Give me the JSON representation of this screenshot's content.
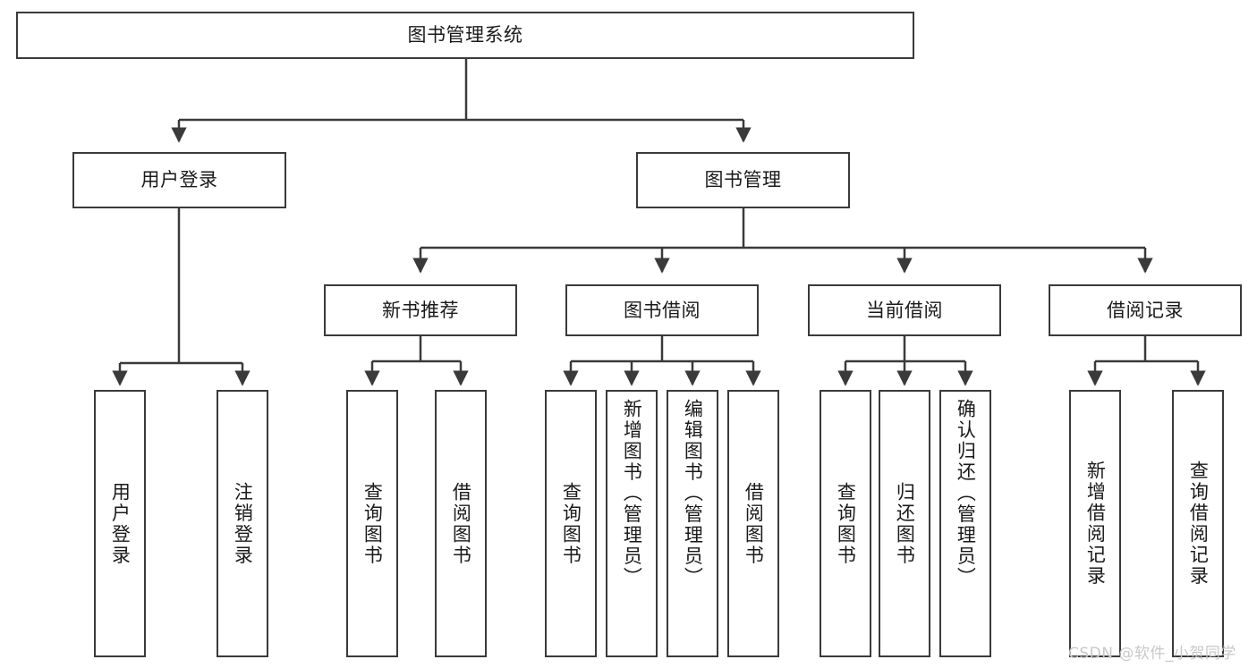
{
  "diagram": {
    "title": "图书管理系统",
    "type": "hierarchy-tree",
    "root": {
      "label": "图书管理系统"
    },
    "level2": [
      {
        "label": "用户登录"
      },
      {
        "label": "图书管理"
      }
    ],
    "level3": [
      {
        "label": "新书推荐"
      },
      {
        "label": "图书借阅"
      },
      {
        "label": "当前借阅"
      },
      {
        "label": "借阅记录"
      }
    ],
    "leaves": {
      "user_login": [
        {
          "label": "用户登录"
        },
        {
          "label": "注销登录"
        }
      ],
      "new_book_recommend": [
        {
          "label": "查询图书"
        },
        {
          "label": "借阅图书"
        }
      ],
      "book_borrow": [
        {
          "label": "查询图书"
        },
        {
          "label": "新增图书（管理员）"
        },
        {
          "label": "编辑图书（管理员）"
        },
        {
          "label": "借阅图书"
        }
      ],
      "current_borrow": [
        {
          "label": "查询图书"
        },
        {
          "label": "归还图书"
        },
        {
          "label": "确认归还（管理员）"
        }
      ],
      "borrow_record": [
        {
          "label": "新增借阅记录"
        },
        {
          "label": "查询借阅记录"
        }
      ]
    }
  },
  "watermark": {
    "text": "CSDN @软件_小贺同学"
  },
  "colors": {
    "stroke": "#3a3a3a",
    "fill": "#ffffff",
    "text": "#1a1a1a",
    "watermark": "#c8c8c8"
  }
}
